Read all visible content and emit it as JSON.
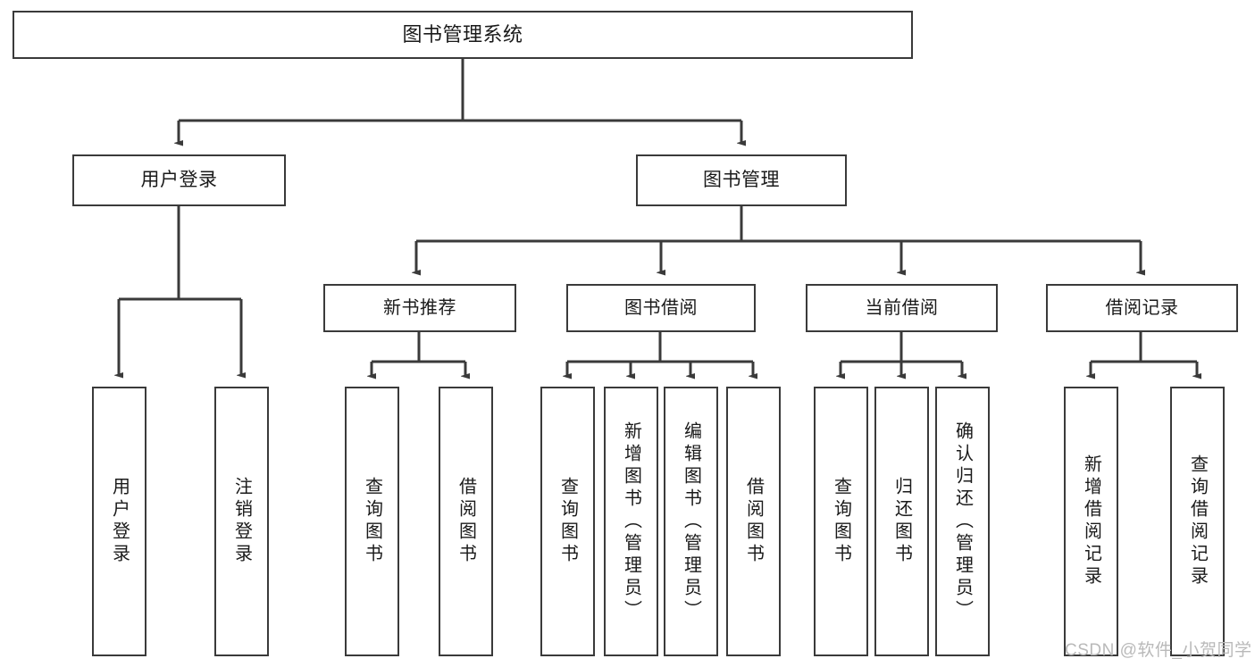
{
  "diagram": {
    "type": "hierarchy-tree",
    "title": "图书管理系统",
    "colors": {
      "background": "#ffffff",
      "box_border": "#3a3a3a",
      "connector": "#3a3a3a",
      "text": "#1a1a1a",
      "watermark": "#b9b9b9"
    },
    "root": {
      "label": "图书管理系统"
    },
    "level2": [
      {
        "label": "用户登录"
      },
      {
        "label": "图书管理"
      }
    ],
    "level3": [
      {
        "label": "新书推荐"
      },
      {
        "label": "图书借阅"
      },
      {
        "label": "当前借阅"
      },
      {
        "label": "借阅记录"
      }
    ],
    "leaves": {
      "user_login": [
        {
          "label": "用户登录"
        },
        {
          "label": "注销登录"
        }
      ],
      "new_book_recommend": [
        {
          "label": "查询图书"
        },
        {
          "label": "借阅图书"
        }
      ],
      "book_borrow": [
        {
          "label": "查询图书"
        },
        {
          "label": "新增图书（管理员）"
        },
        {
          "label": "编辑图书（管理员）"
        },
        {
          "label": "借阅图书"
        }
      ],
      "current_borrow": [
        {
          "label": "查询图书"
        },
        {
          "label": "归还图书"
        },
        {
          "label": "确认归还（管理员）"
        }
      ],
      "borrow_record": [
        {
          "label": "新增借阅记录"
        },
        {
          "label": "查询借阅记录"
        }
      ]
    }
  },
  "watermark": {
    "text": "CSDN @软件_小贺同学"
  }
}
